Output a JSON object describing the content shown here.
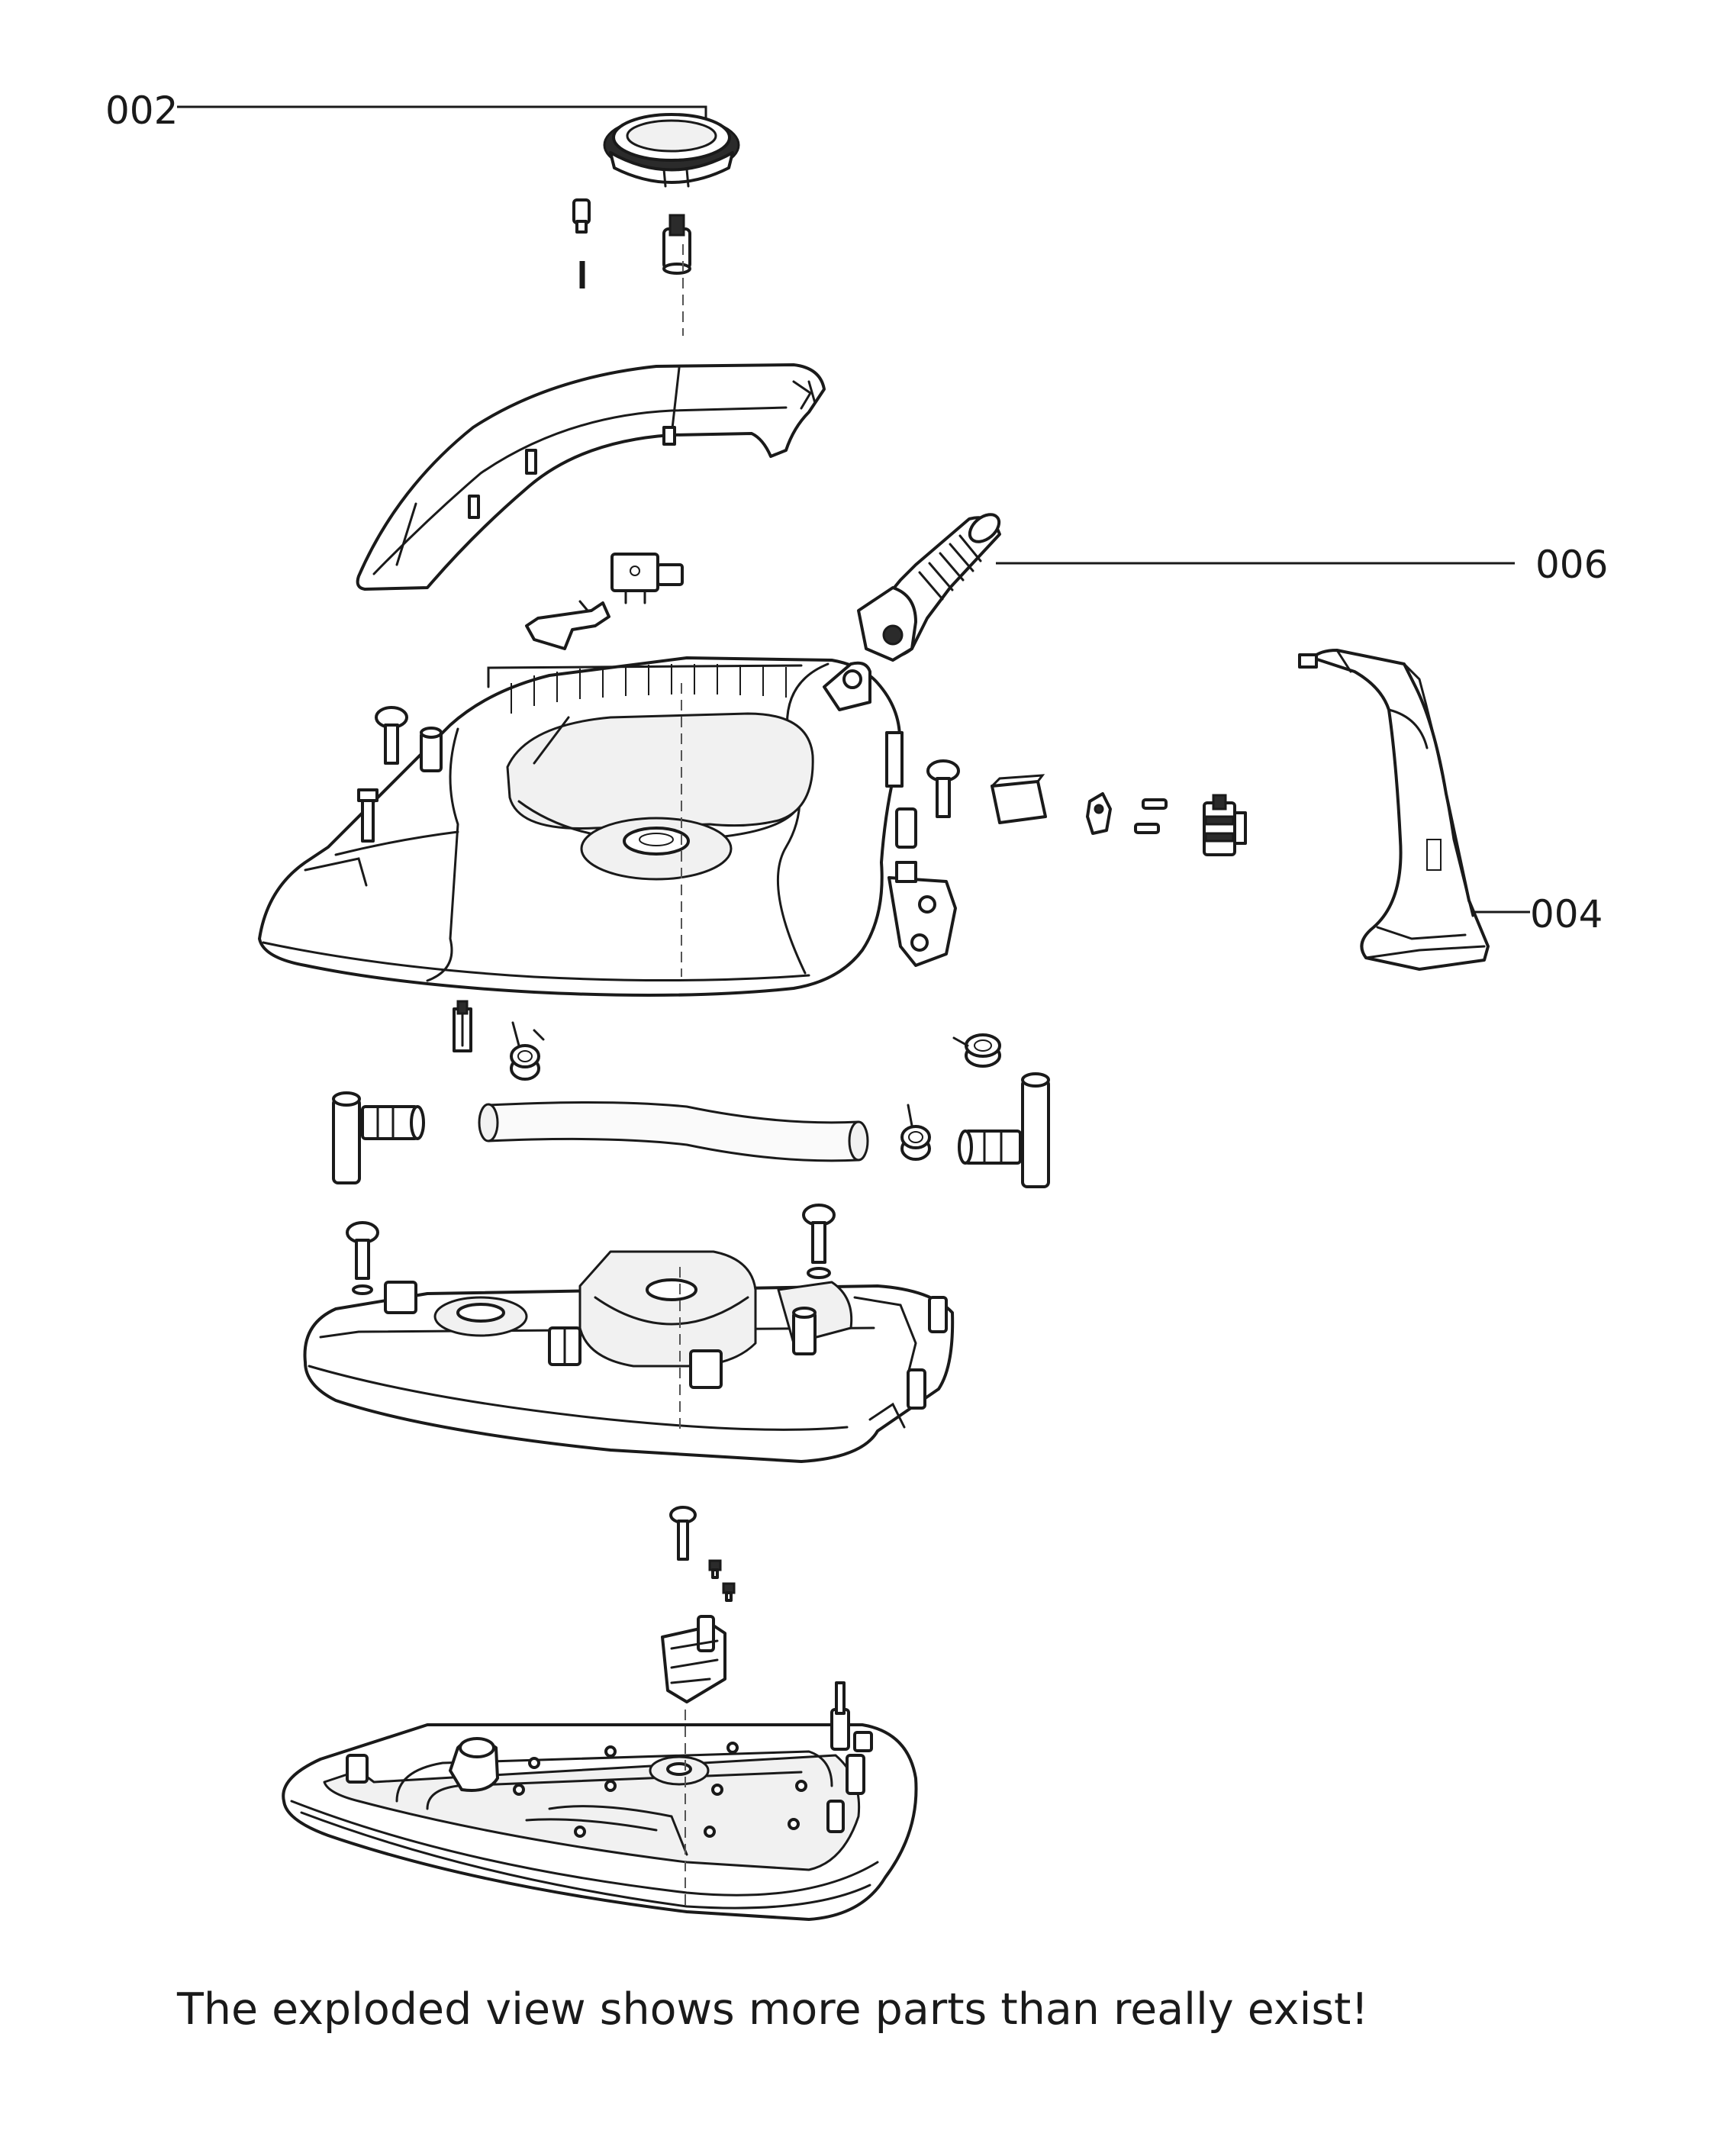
{
  "callouts": {
    "c002": "002",
    "c006": "006",
    "c004": "004"
  },
  "footnote": "The exploded view shows more parts than really exist!"
}
